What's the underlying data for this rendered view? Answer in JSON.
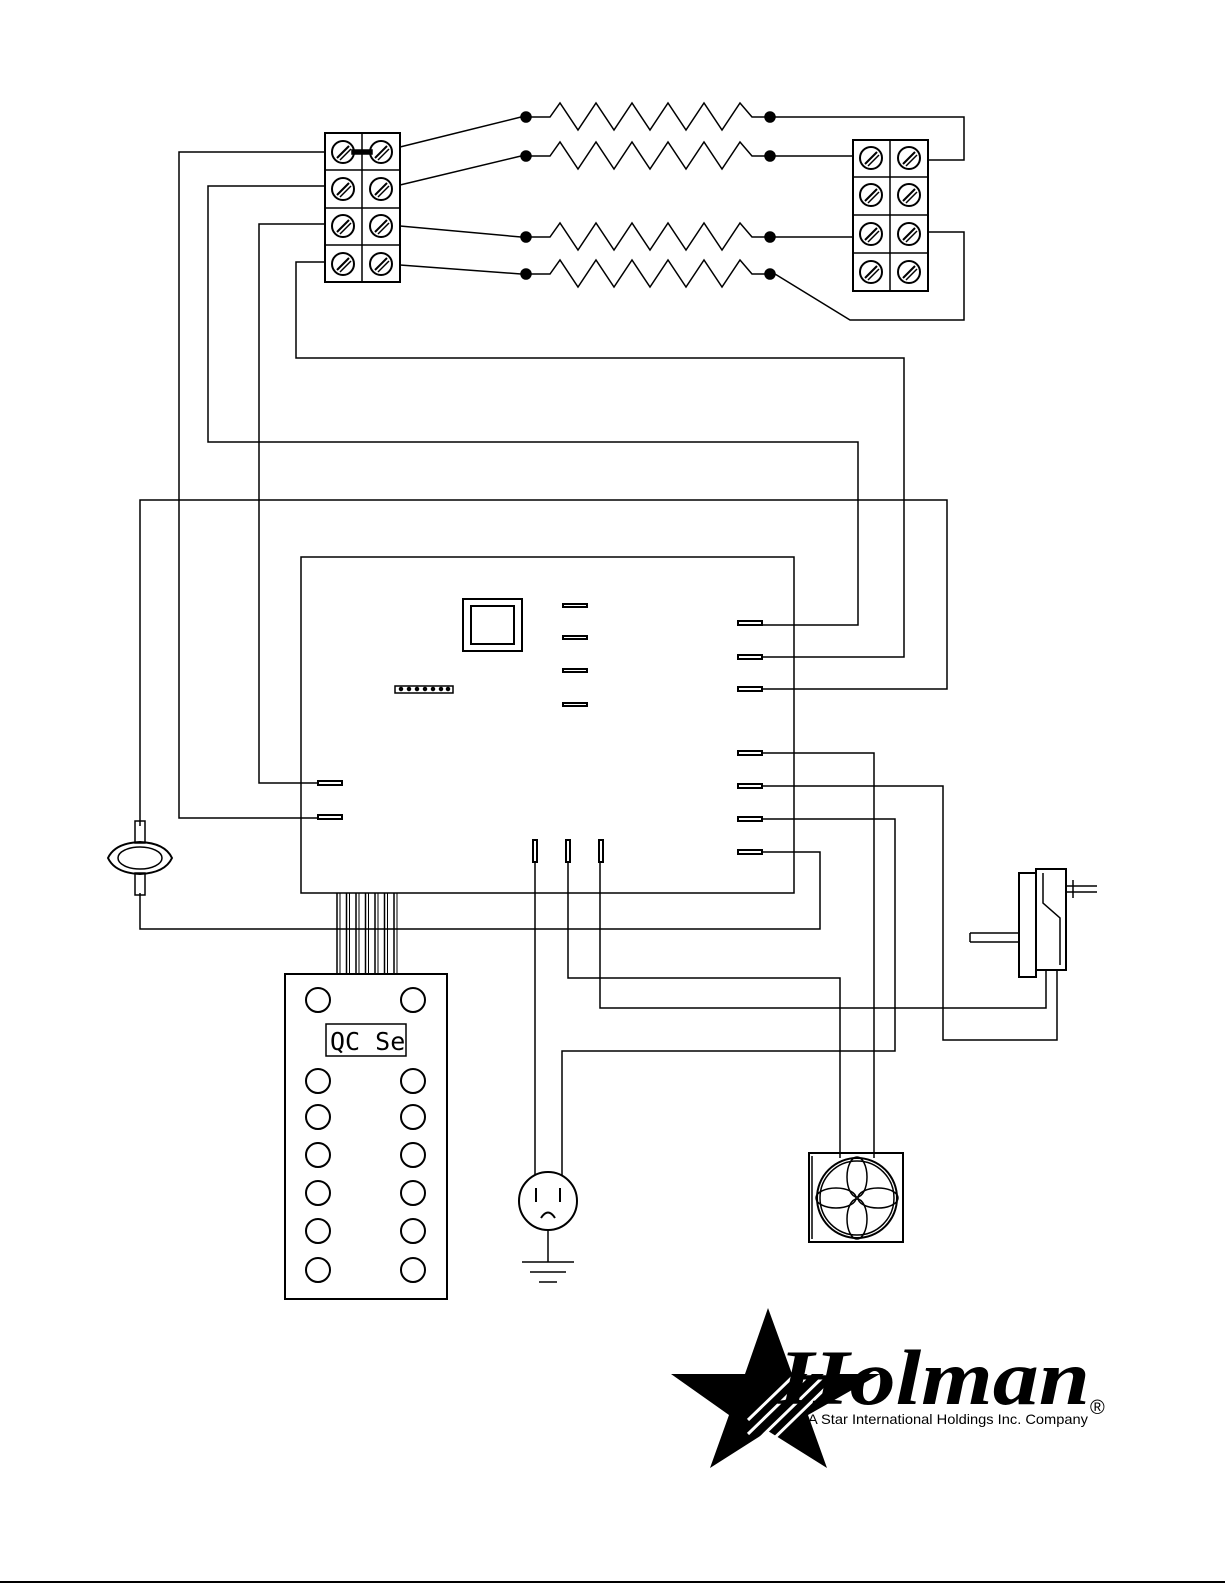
{
  "display": {
    "text": "QC Se"
  },
  "logo": {
    "word": "Holman",
    "tagline": "A Star International Holdings Inc. Company",
    "registered": "®"
  },
  "colors": {
    "line": "#000000",
    "background": "#ffffff"
  },
  "components": {
    "heating_elements": 4,
    "left_terminal_rows": 4,
    "right_terminal_rows": 4,
    "keypad_buttons": 14,
    "ribbon_wires": 7
  }
}
